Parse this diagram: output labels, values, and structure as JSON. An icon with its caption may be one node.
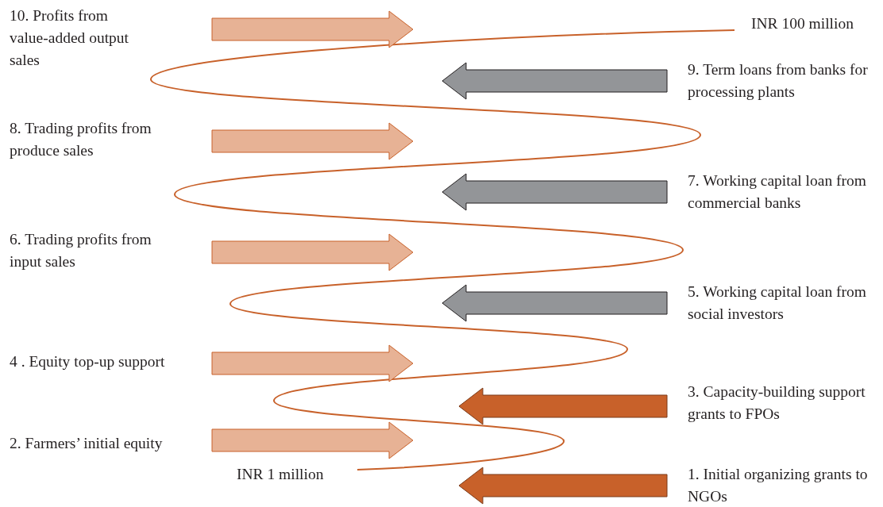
{
  "diagram": {
    "nodes": [
      {
        "text": [
          "INR 100 million"
        ]
      },
      {
        "text": [
          "INR 1 million"
        ]
      }
    ],
    "edges": [
      {
        "from": 1,
        "to": 0,
        "arrow": "none"
      }
    ],
    "labels": [
      "10. Profits from value-added output sales",
      "9. Term loans from banks for processing plants",
      "8. Trading profits from produce sales",
      "7. Working capital loan from commercial banks",
      "6. Trading profits from input sales",
      "5. Working capital loan from social investors",
      "4 . Equity top-up support",
      "3. Capacity-building support grants to FPOs",
      "2. Farmers’ initial equity",
      "1. Initial organizing grants to NGOs"
    ]
  }
}
